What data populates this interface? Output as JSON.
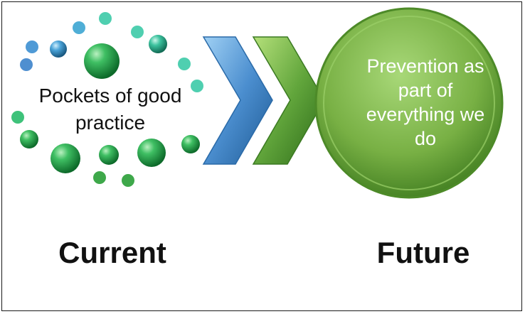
{
  "current_label": "Current",
  "future_label": "Future",
  "current_text": "Pockets of good practice",
  "future_text": "Prevention as part of everything we do",
  "colors": {
    "blue_arrow": "#4a8fcf",
    "green_arrow": "#5ea23a",
    "future_circle": "#7cb24a",
    "teal_dot": "#4fcfb0",
    "blue_dot": "#4f9ad6",
    "green_dot": "#3ea84a"
  }
}
